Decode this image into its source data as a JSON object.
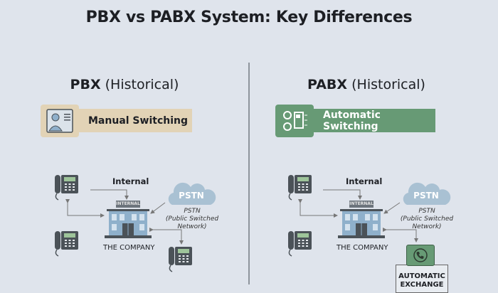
{
  "title": "PBX vs PABX System: Key Differences",
  "left": {
    "heading_bold": "PBX",
    "heading_rest": " (Historical)",
    "badge": "Manual Switching",
    "badge_icon": "operator-icon",
    "internal_label": "Internal",
    "building_sign": "INTERNAL",
    "company_label": "THE COMPANY",
    "cloud_label": "PSTN",
    "pstn_line1": "PSTN",
    "pstn_line2": "(Public Switched",
    "pstn_line3": "Network)"
  },
  "right": {
    "heading_bold": "PABX",
    "heading_rest": " (Historical)",
    "badge": "Automatic Switching",
    "badge_icon": "gears-circuit-icon",
    "internal_label": "Internal",
    "building_sign": "INTERNAL",
    "company_label": "THE COMPANY",
    "cloud_label": "PSTN",
    "pstn_line1": "PSTN",
    "pstn_line2": "(Public Switched",
    "pstn_line3": "Network)",
    "exchange_label": "AUTOMATIC EXCHANGE"
  },
  "colors": {
    "background": "#dfe4ec",
    "manual": "#e2d3b6",
    "automatic": "#679a75",
    "cloud": "#a9c1d3",
    "building": "#8fb0cb"
  }
}
